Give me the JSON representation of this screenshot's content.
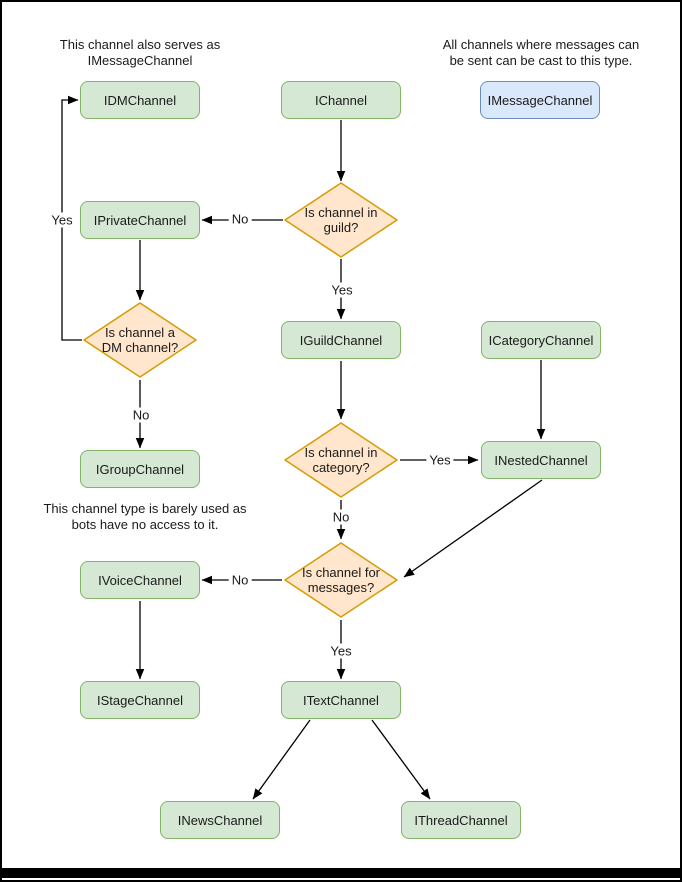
{
  "notes": {
    "dm_note": "This channel also serves as\nIMessageChannel",
    "message_note": "All channels where messages can\nbe sent can be cast to this type.",
    "group_note": "This channel type is barely used as\nbots have no access to it."
  },
  "nodes": {
    "idm": "IDMChannel",
    "ichannel": "IChannel",
    "imessage": "IMessageChannel",
    "iprivate": "IPrivateChannel",
    "iguild": "IGuildChannel",
    "icategory": "ICategoryChannel",
    "igroup": "IGroupChannel",
    "inested": "INestedChannel",
    "ivoice": "IVoiceChannel",
    "istage": "IStageChannel",
    "itext": "ITextChannel",
    "inews": "INewsChannel",
    "ithread": "IThreadChannel"
  },
  "decisions": {
    "guild": "Is channel in\nguild?",
    "dm": "Is channel a\nDM channel?",
    "category": "Is channel in\ncategory?",
    "messages": "Is channel for\nmessages?"
  },
  "edge_labels": {
    "guild_no": "No",
    "guild_yes": "Yes",
    "dm_yes": "Yes",
    "dm_no": "No",
    "category_yes": "Yes",
    "category_no": "No",
    "messages_no": "No",
    "messages_yes": "Yes"
  },
  "colors": {
    "node_fill": "#d5e8d4",
    "node_stroke": "#82b366",
    "decision_fill": "#ffe6cc",
    "decision_stroke": "#d79b00",
    "highlight_fill": "#dae8fc",
    "highlight_stroke": "#6c8ebf",
    "line": "#000000",
    "text": "#1a1a1a"
  }
}
